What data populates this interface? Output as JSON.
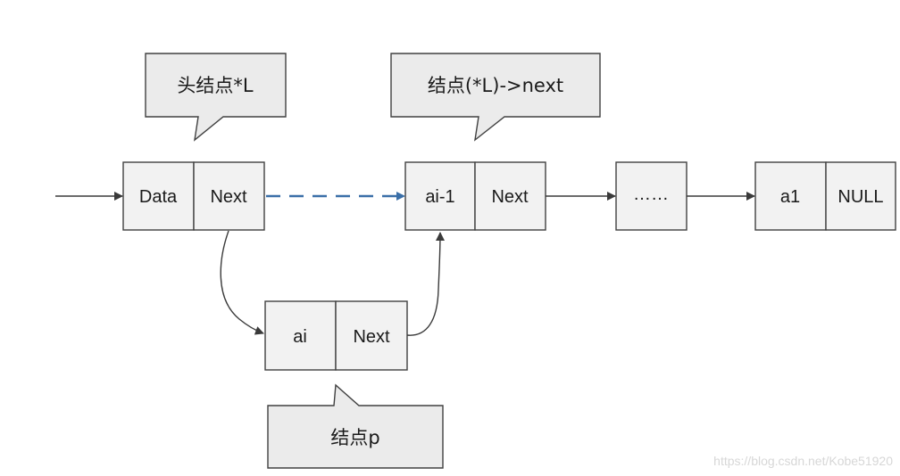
{
  "callouts": {
    "head": "头结点*L",
    "target": "结点(*L)->next",
    "new_node": "结点p"
  },
  "nodes": {
    "head": {
      "data": "Data",
      "next": "Next"
    },
    "ai_minus_1": {
      "data": "ai-1",
      "next": "Next"
    },
    "ellipsis": {
      "text": "……"
    },
    "a1": {
      "data": "a1",
      "next": "NULL"
    },
    "ai": {
      "data": "ai",
      "next": "Next"
    }
  },
  "watermark": "https://blog.csdn.net/Kobe51920",
  "colors": {
    "node_fill": "#f2f2f2",
    "callout_fill": "#ebebeb",
    "stroke": "#404040",
    "dashed_arrow": "#3a6fa8"
  }
}
